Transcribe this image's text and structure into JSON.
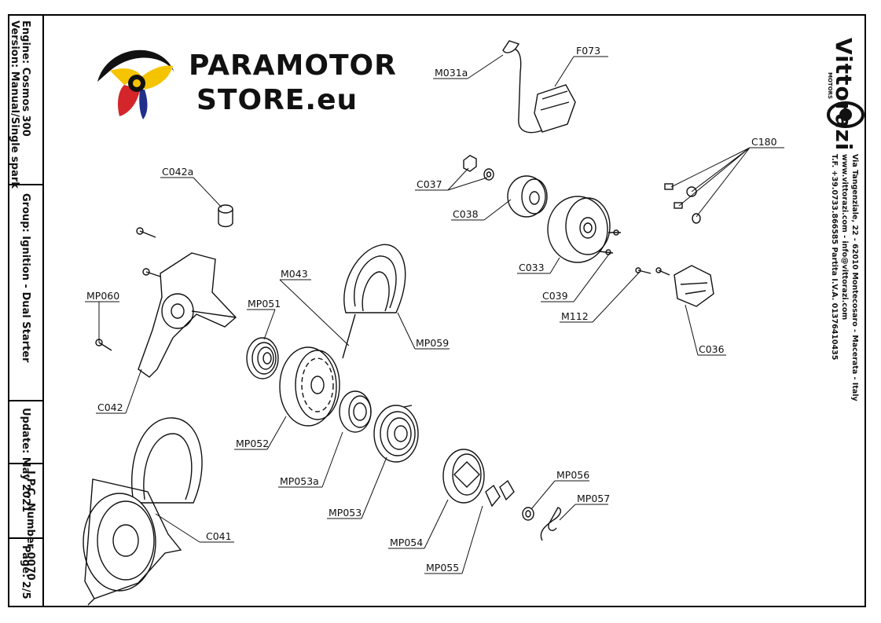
{
  "title_block": {
    "engine": "Engine: Cosmos 300",
    "version": "Version: Manual/Single spark",
    "group": "Group: Ignition - Dual Starter",
    "update": "Update: May 2021",
    "ipc_number": "I.P.C. Number 0070",
    "page": "Page: 2/5"
  },
  "store_logo": {
    "line1": "PARAMOTOR",
    "line2": "STORE.eu",
    "colors": {
      "yellow": "#f5c400",
      "red": "#d4252b",
      "blue": "#1f2f8a",
      "black": "#111111"
    }
  },
  "manufacturer": {
    "name": "Vittorazi",
    "sub": "MOTORS",
    "address_line1": "Via Tangenziale, 22 - 62010 Montecosaro - Macerata - Italy",
    "address_line2": "www.vittorazi.com - info@vittorazi.com",
    "address_line3": "T.F. +39.0733.866585 Partita I.V.A. 01376410435"
  },
  "part_labels": {
    "M031a": "M031a",
    "F073": "F073",
    "C180": "C180",
    "C037": "C037",
    "C038": "C038",
    "C033": "C033",
    "C039": "C039",
    "M112": "M112",
    "C036": "C036",
    "C042a": "C042a",
    "MP060": "MP060",
    "C042": "C042",
    "M043": "M043",
    "MP051": "MP051",
    "MP059": "MP059",
    "MP052": "MP052",
    "MP053a": "MP053a",
    "MP053": "MP053",
    "C041": "C041",
    "MP054": "MP054",
    "MP055": "MP055",
    "MP056": "MP056",
    "MP057": "MP057"
  }
}
